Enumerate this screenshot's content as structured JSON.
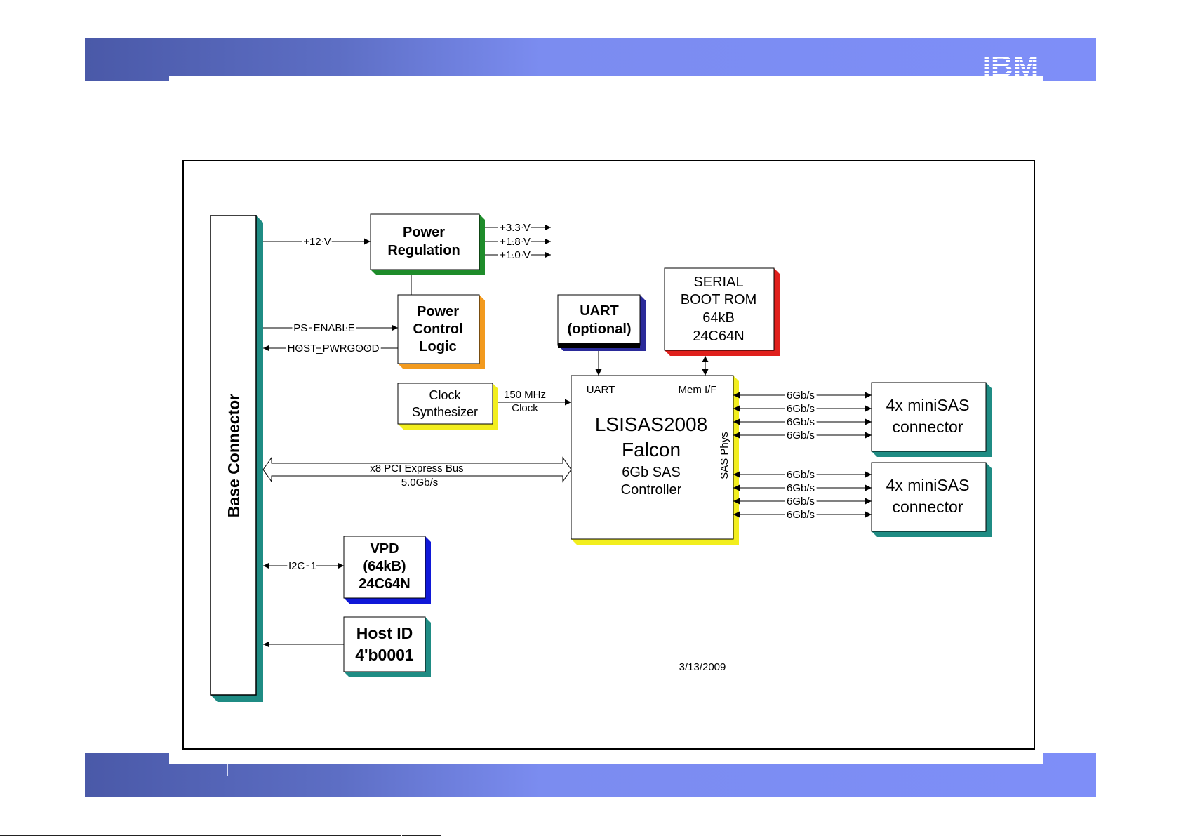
{
  "logo_text": "IBM",
  "colors": {
    "band": "#7b8cf0",
    "teal": "#1f8c84",
    "green": "#1e8c2a",
    "orange": "#f29a1e",
    "yellow": "#f2ee1e",
    "navy": "#2a2a9a",
    "red": "#e0201c",
    "blue": "#1018d8"
  },
  "diagram": {
    "base_connector": "Base Connector",
    "power_regulation": [
      "Power",
      "Regulation"
    ],
    "power_control": [
      "Power",
      "Control",
      "Logic"
    ],
    "clock": [
      "Clock",
      "Synthesizer"
    ],
    "uart": [
      "UART",
      "(optional)"
    ],
    "boot_rom": [
      "SERIAL",
      "BOOT ROM",
      "64kB",
      "24C64N"
    ],
    "controller": {
      "uart_port": "UART",
      "mem_port": "Mem I/F",
      "name": "LSISAS2008",
      "codename": "Falcon",
      "desc": [
        "6Gb SAS",
        "Controller"
      ],
      "phys": "SAS Phys"
    },
    "vpd": [
      "VPD",
      "(64kB)",
      "24C64N"
    ],
    "host_id": [
      "Host ID",
      "4'b0001"
    ],
    "minisas_1": [
      "4x miniSAS",
      "connector"
    ],
    "minisas_2": [
      "4x miniSAS",
      "connector"
    ],
    "signals": {
      "v12": "+12 V",
      "v33": "+3.3 V",
      "v18": "+1.8 V",
      "v10": "+1.0 V",
      "ps_enable": "PS_ENABLE",
      "host_pwrgood": "HOST_PWRGOOD",
      "clock_freq": "150 MHz",
      "clock_label": "Clock",
      "pcie": "x8 PCI Express Bus",
      "pcie_speed": "5.0Gb/s",
      "i2c": "I2C_1",
      "sas_rate": "6Gb/s"
    },
    "date": "3/13/2009"
  }
}
